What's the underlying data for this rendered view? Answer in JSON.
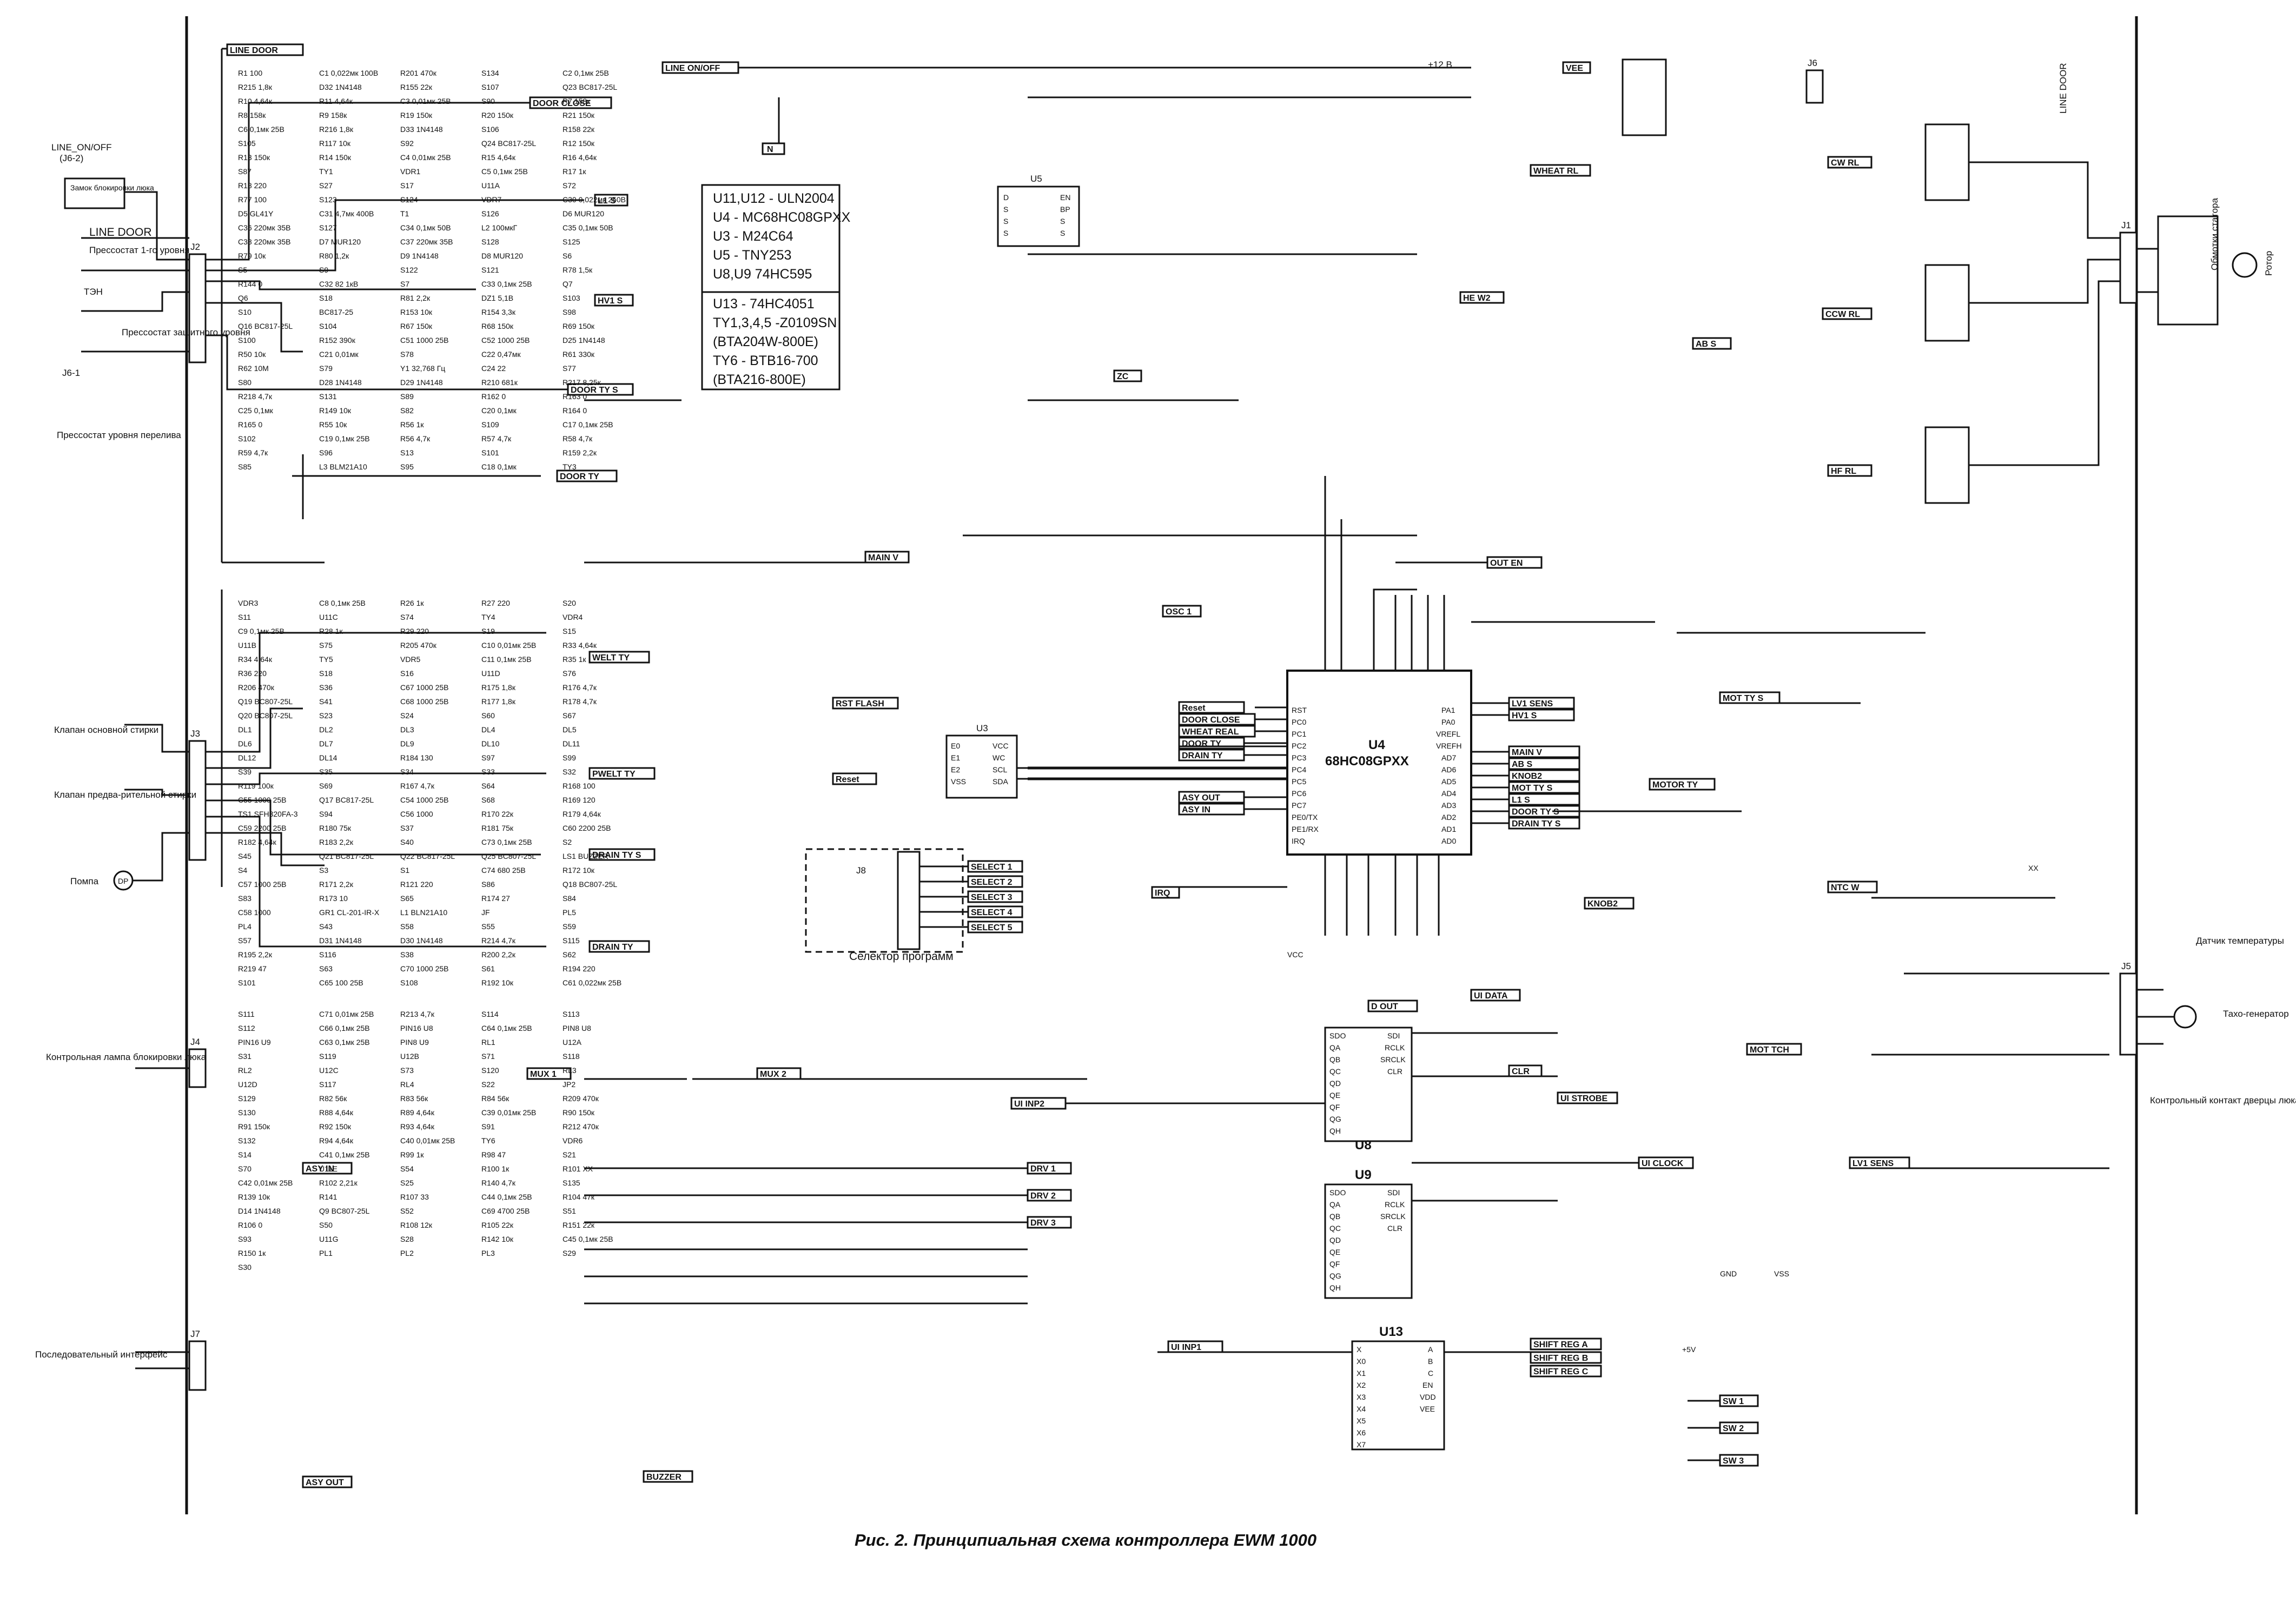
{
  "caption": "Рис. 2. Принципиальная схема контроллера EWM 1000",
  "legend": [
    "U11,U12 - ULN2004",
    "U4 - MC68HC08GPXX",
    "U3 - M24C64",
    "U5 - TNY253",
    "U8,U9 74HC595",
    "U13 - 74HC4051",
    "TY1,3,4,5 -Z0109SN",
    "(BTA204W-800E)",
    "TY6 - BTB16-700",
    "(BTA216-800E)"
  ],
  "chips": {
    "u4": {
      "ref": "U4",
      "part": "68HC08GPXX",
      "left_pins": [
        "RST",
        "PC0",
        "PC1",
        "PC2",
        "PC3",
        "PC4",
        "PC5",
        "PC6",
        "PC7",
        "PE0/TX",
        "PE1/RX",
        "IRQ"
      ],
      "right_pins": [
        "PA1",
        "PA0",
        "VREFL",
        "VREFH",
        "AD7",
        "AD6",
        "AD5",
        "AD4",
        "AD3",
        "AD2",
        "AD1",
        "AD0"
      ],
      "left_nets": [
        "Reset",
        "DOOR CLOSE",
        "WHEAT REAL",
        "DOOR TY",
        "DRAIN TY",
        "",
        "",
        "",
        "",
        "ASY OUT",
        "ASY IN",
        ""
      ],
      "right_nets": [
        "LV1 SENS",
        "HV1 S",
        "",
        "",
        "MAIN V",
        "AB S",
        "KNOB2",
        "MOT TY S",
        "L1 S",
        "DOOR TY S",
        "DRAIN TY S",
        ""
      ]
    },
    "u3": {
      "ref": "U3",
      "pins_left": [
        "E0",
        "E1",
        "E2",
        "VSS"
      ],
      "pins_right": [
        "VCC",
        "WC",
        "SCL",
        "SDA"
      ]
    },
    "u5": {
      "ref": "U5",
      "pins_left": [
        "D",
        "S",
        "S",
        "S"
      ],
      "pins_right": [
        "EN",
        "BP",
        "S",
        "S"
      ]
    },
    "u8": {
      "ref": "U8",
      "pins_left": [
        "SDO",
        "QA",
        "QB",
        "QC",
        "QD",
        "QE",
        "QF",
        "QG",
        "QH"
      ],
      "pins_right": [
        "SDI",
        "RCLK",
        "SRCLK",
        "CLR"
      ]
    },
    "u9": {
      "ref": "U9",
      "pins_left": [
        "SDO",
        "QA",
        "QB",
        "QC",
        "QD",
        "QE",
        "QF",
        "QG",
        "QH"
      ],
      "pins_right": [
        "SDI",
        "RCLK",
        "SRCLK",
        "CLR"
      ]
    },
    "u13": {
      "ref": "U13",
      "pins_left": [
        "X",
        "X0",
        "X1",
        "X2",
        "X3",
        "X4",
        "X5",
        "X6",
        "X7"
      ],
      "pins_right": [
        "A",
        "B",
        "C",
        "EN",
        "VDD",
        "VEE"
      ]
    }
  },
  "left_connectors": {
    "j2": "J2",
    "j3": "J3",
    "j4": "J4",
    "j7": "J7",
    "lock": "Замок блокировки люка",
    "line_on_off": "LINE_ON/OFF",
    "j6_2": "(J6-2)",
    "line_door": "LINE DOOR",
    "press1": "Прессостат 1-го уровня",
    "ten": "ТЭН",
    "press_protect": "Прессостат защитного уровня",
    "j6_1": "J6-1",
    "press_overflow": "Прессостат уровня перелива",
    "valve_main": "Клапан основной стирки",
    "valve_pre": "Клапан предва-рительной стирки",
    "pump": "Помпа",
    "dp": "DP",
    "lamp": "Контрольная лампа блокировки люка",
    "serial": "Последовательный интерфейс"
  },
  "right_side": {
    "j1": "J1",
    "j5": "J5",
    "j6": "J6",
    "motor_windings": "Обмотки статора",
    "rotor": "Ротор",
    "temp_sensor": "Датчик температуры",
    "tacho": "Тахо-генератор",
    "door_contact": "Контрольный контакт дверцы люка (опция)",
    "line_door_v": "LINE DOOR"
  },
  "selector": {
    "label": "Селектор программ",
    "ref": "J8",
    "outputs": [
      "SELECT 1",
      "SELECT 2",
      "SELECT 3",
      "SELECT 4",
      "SELECT 5"
    ]
  },
  "nets": [
    "LINE DOOR",
    "LINE ON/OFF",
    "N",
    "DOOR CLOSE",
    "L1 S",
    "HV1 S",
    "DOOR TY S",
    "DOOR TY",
    "WELT TY",
    "PWELT TY",
    "DRAIN TY S",
    "DRAIN TY",
    "ASY IN",
    "ASY OUT",
    "MUX 1",
    "MUX 2",
    "DRV 1",
    "DRV 2",
    "DRV 3",
    "BUZZER",
    "ZC",
    "MAIN V",
    "RST FLASH",
    "Reset",
    "OSC 1",
    "IRQ",
    "OUT EN",
    "VEE",
    "HE W2",
    "WHEAT RL",
    "CW RL",
    "CCW RL",
    "AB S",
    "HF RL",
    "MOT TY S",
    "MOTOR TY",
    "KNOB2",
    "NTC W",
    "MOT TCH",
    "LV1 SENS",
    "UI DATA",
    "D OUT",
    "UI INP1",
    "UI INP2",
    "CLR",
    "UI STROBE",
    "UI CLOCK",
    "SHIFT REG A",
    "SHIFT REG B",
    "SHIFT REG C",
    "SW 1",
    "SW 2",
    "SW 3",
    "VCC",
    "+5V",
    "+12 B",
    "GND",
    "VSS",
    "XX"
  ],
  "parts": [
    "R1 100",
    "C1 0,022мк 100В",
    "R201 470к",
    "S134",
    "C2 0,1мк 25В",
    "R215 1,8к",
    "D32 1N4148",
    "R155 22к",
    "S107",
    "Q23 BC817-25L",
    "R10 4,64к",
    "R11 4,64к",
    "C3 0,01мк 25В",
    "S90",
    "R7 158к",
    "R8 158к",
    "R9 158к",
    "R19 150к",
    "R20 150к",
    "R21 150к",
    "C6 0,1мк 25В",
    "R216 1,8к",
    "D33 1N4148",
    "S106",
    "R158 22к",
    "S105",
    "R117 10к",
    "S92",
    "Q24 BC817-25L",
    "R12 150к",
    "R13 150к",
    "R14 150к",
    "C4 0,01мк 25В",
    "R15 4,64к",
    "R16 4,64к",
    "S87",
    "TY1",
    "VDR1",
    "C5 0,1мк 25В",
    "R17 1к",
    "R18 220",
    "S27",
    "S17",
    "U11A",
    "S72",
    "R77 100",
    "S123",
    "S124",
    "VDR7",
    "C30 0,022мк 250В",
    "D5 GL41Y",
    "C31 4,7мк 400В",
    "T1",
    "S126",
    "D6 MUR120",
    "C36 220мк 35В",
    "S127",
    "C34 0,1мк 50В",
    "L2 100мкГ",
    "C35 0,1мк 50В",
    "C38 220мк 35В",
    "D7 MUR120",
    "C37 220мк 35В",
    "S128",
    "S125",
    "R79 10к",
    "R80 1,2к",
    "D9 1N4148",
    "D8 MUR120",
    "S6",
    "S5",
    "S9",
    "S122",
    "S121",
    "R78 1,5к",
    "R144 0",
    "C32 82 1кВ",
    "S7",
    "C33 0,1мк 25В",
    "Q7",
    "Q6",
    "S18",
    "R81 2,2к",
    "DZ1 5,1В",
    "S103",
    "S10",
    "BC817-25",
    "R153 10к",
    "R154 3,3к",
    "S98",
    "Q16 BC817-25L",
    "S104",
    "R67 150к",
    "R68 150к",
    "R69 150к",
    "S100",
    "R152 390к",
    "C51 1000 25В",
    "C52 1000 25В",
    "D25 1N4148",
    "R50 10к",
    "C21 0,01мк",
    "S78",
    "C22 0,47мк",
    "R61 330к",
    "R62 10М",
    "S79",
    "Y1 32,768 Гц",
    "C24 22",
    "S77",
    "S80",
    "D28 1N4148",
    "D29 1N4148",
    "R210 681к",
    "R217 8,25к",
    "R218 4,7к",
    "S131",
    "S89",
    "R162 0",
    "R163 0",
    "C25 0,1мк",
    "R149 10к",
    "S82",
    "C20 0,1мк",
    "R164 0",
    "R165 0",
    "R55 10к",
    "R56 1к",
    "S109",
    "C17 0,1мк 25В",
    "S102",
    "C19 0,1мк 25В",
    "R56 4,7к",
    "R57 4,7к",
    "R58 4,7к",
    "R59 4,7к",
    "S96",
    "S13",
    "S101",
    "R159 2,2к",
    "S85",
    "L3 BLM21A10",
    "S95",
    "C18 0,1мк",
    "TY3",
    "VDR3",
    "C8 0,1мк 25В",
    "R26 1к",
    "R27 220",
    "S20",
    "S11",
    "U11C",
    "S74",
    "TY4",
    "VDR4",
    "C9 0,1мк 25В",
    "R28 1к",
    "R29 220",
    "S19",
    "S15",
    "U11B",
    "S75",
    "R205 470к",
    "C10 0,01мк 25В",
    "R33 4,64к",
    "R34 4,64к",
    "TY5",
    "VDR5",
    "C11 0,1мк 25В",
    "R35 1к",
    "R36 220",
    "S18",
    "S16",
    "U11D",
    "S76",
    "R206 470к",
    "S36",
    "C67 1000 25В",
    "R175 1,8к",
    "R176 4,7к",
    "Q19 BC807-25L",
    "S41",
    "C68 1000 25В",
    "R177 1,8к",
    "R178 4,7к",
    "Q20 BC807-25L",
    "S23",
    "S24",
    "S60",
    "S67",
    "DL1",
    "DL2",
    "DL3",
    "DL4",
    "DL5",
    "DL6",
    "DL7",
    "DL9",
    "DL10",
    "DL11",
    "DL12",
    "DL14",
    "R184 130",
    "S97",
    "S99",
    "S39",
    "S35",
    "S34",
    "S33",
    "S32",
    "R119 100к",
    "S69",
    "R167 4,7к",
    "S64",
    "R168 100",
    "C55 1000 25В",
    "Q17 BC817-25L",
    "C54 1000 25В",
    "S68",
    "R169 120",
    "TS1 SFH320FA-3",
    "S94",
    "C56 1000",
    "R170 22к",
    "R179 4,64к",
    "C59 2200 25В",
    "R180 75к",
    "S37",
    "R181 75к",
    "C60 2200 25В",
    "R182 4,64к",
    "R183 2,2к",
    "S40",
    "C73 0,1мк 25В",
    "S2",
    "S45",
    "Q21 BC817-25L",
    "Q22 BC817-25L",
    "Q25 BC807-25L",
    "LS1 BUZZER",
    "S4",
    "S3",
    "S1",
    "C74 680 25В",
    "R172 10к",
    "C57 1000 25В",
    "R171 2,2к",
    "R121 220",
    "S86",
    "Q18 BC807-25L",
    "S83",
    "R173 10",
    "S65",
    "R174 27",
    "S84",
    "C58 1000",
    "GR1 CL-201-IR-X",
    "L1 BLN21A10",
    "JF",
    "PL5",
    "PL4",
    "S43",
    "S58",
    "S55",
    "S59",
    "S57",
    "D31 1N4148",
    "D30 1N4148",
    "R214 4,7к",
    "S115",
    "R195 2,2к",
    "S116",
    "S38",
    "R200 2,2к",
    "S62",
    "R219 47",
    "S63",
    "C70 1000 25В",
    "S61",
    "R194 220",
    "S101",
    "C65 100 25В",
    "S108",
    "R192 10к",
    "C61 0,022мк 25В",
    "S111",
    "C71 0,01мк 25В",
    "R213 4,7к",
    "S114",
    "S113",
    "S112",
    "C66 0,1мк 25В",
    "PIN16 U8",
    "C64 0,1мк 25В",
    "PIN8 U8",
    "PIN16 U9",
    "C63 0,1мк 25В",
    "PIN8 U9",
    "RL1",
    "U12A",
    "S31",
    "S119",
    "U12B",
    "S71",
    "S118",
    "RL2",
    "U12C",
    "S73",
    "S120",
    "RL3",
    "U12D",
    "S117",
    "RL4",
    "S22",
    "JP2",
    "S129",
    "R82 56к",
    "R83 56к",
    "R84 56к",
    "R209 470к",
    "S130",
    "R88 4,64к",
    "R89 4,64к",
    "C39 0,01мк 25В",
    "R90 150к",
    "R91 150к",
    "R92 150к",
    "R93 4,64к",
    "S91",
    "R212 470к",
    "S132",
    "R94 4,64к",
    "C40 0,01мк 25В",
    "TY6",
    "VDR6",
    "S14",
    "C41 0,1мк 25В",
    "R99 1к",
    "R98 47",
    "S21",
    "S70",
    "U11E",
    "S54",
    "R100 1к",
    "R101 XX",
    "C42 0,01мк 25В",
    "R102 2,21к",
    "S25",
    "R140 4,7к",
    "S135",
    "R139 10к",
    "R141",
    "R107 33",
    "C44 0,1мк 25В",
    "R104 47к",
    "D14 1N4148",
    "Q9 BC807-25L",
    "S52",
    "C69 4700 25В",
    "S51",
    "R106 0",
    "S50",
    "R108 12к",
    "R105 22к",
    "R151 22к",
    "S93",
    "U11G",
    "S28",
    "R142 10к",
    "C45 0,1мк 25В",
    "R150 1к",
    "PL1",
    "PL2",
    "PL3",
    "S29",
    "S30"
  ]
}
